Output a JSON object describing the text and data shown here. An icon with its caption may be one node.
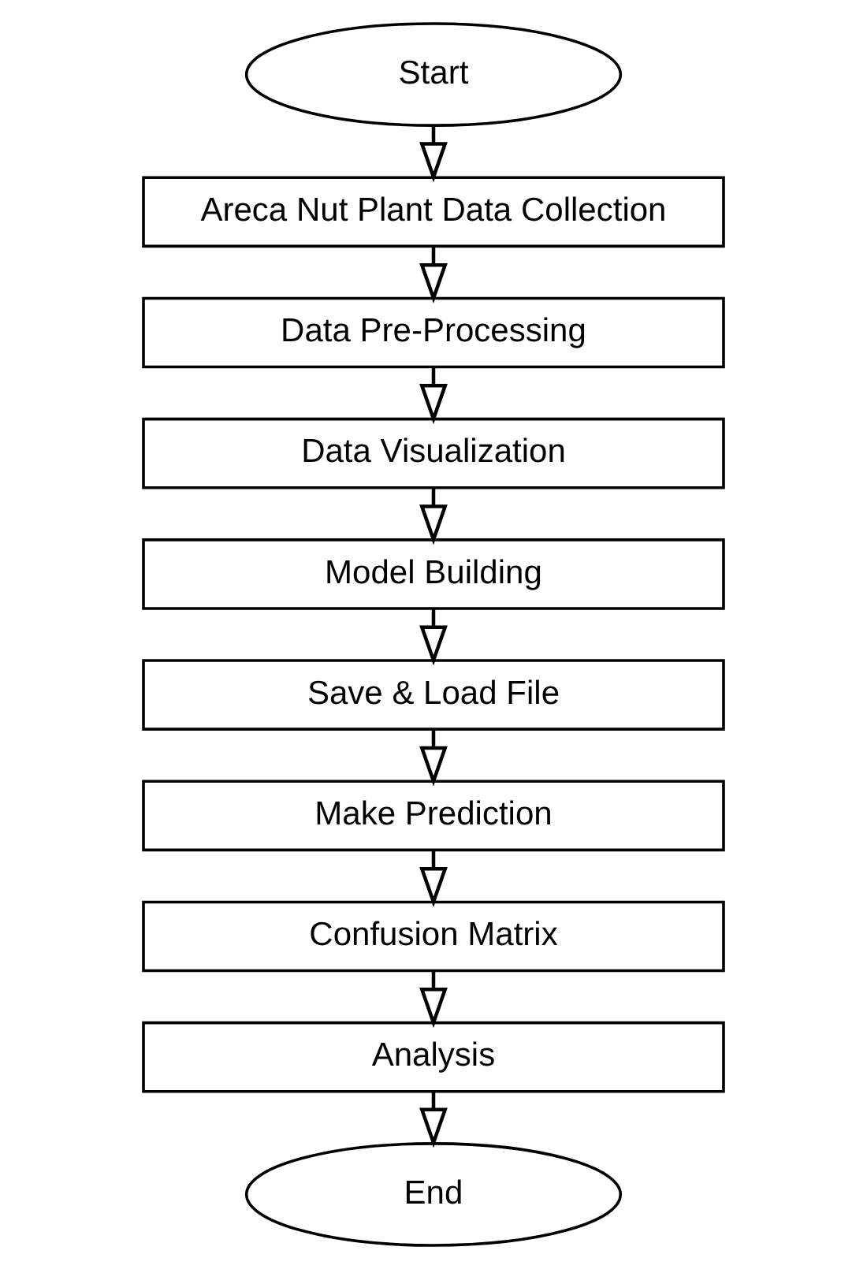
{
  "diagram": {
    "nodes": [
      {
        "text": [
          "Start"
        ]
      },
      {
        "text": [
          "Areca Nut Plant Data Collection"
        ]
      },
      {
        "text": [
          "Data Pre-Processing"
        ]
      },
      {
        "text": [
          "Data Visualization"
        ]
      },
      {
        "text": [
          "Model Building"
        ]
      },
      {
        "text": [
          "Save & Load File"
        ]
      },
      {
        "text": [
          "Make Prediction"
        ]
      },
      {
        "text": [
          "Confusion Matrix"
        ]
      },
      {
        "text": [
          "Analysis"
        ]
      },
      {
        "text": [
          "End"
        ]
      }
    ],
    "edges": [
      {
        "from": 0,
        "to": 1,
        "arrow": "to"
      },
      {
        "from": 1,
        "to": 2,
        "arrow": "to"
      },
      {
        "from": 2,
        "to": 3,
        "arrow": "to"
      },
      {
        "from": 3,
        "to": 4,
        "arrow": "to"
      },
      {
        "from": 4,
        "to": 5,
        "arrow": "to"
      },
      {
        "from": 5,
        "to": 6,
        "arrow": "to"
      },
      {
        "from": 6,
        "to": 7,
        "arrow": "to"
      },
      {
        "from": 7,
        "to": 8,
        "arrow": "to"
      },
      {
        "from": 8,
        "to": 9,
        "arrow": "to"
      }
    ]
  }
}
